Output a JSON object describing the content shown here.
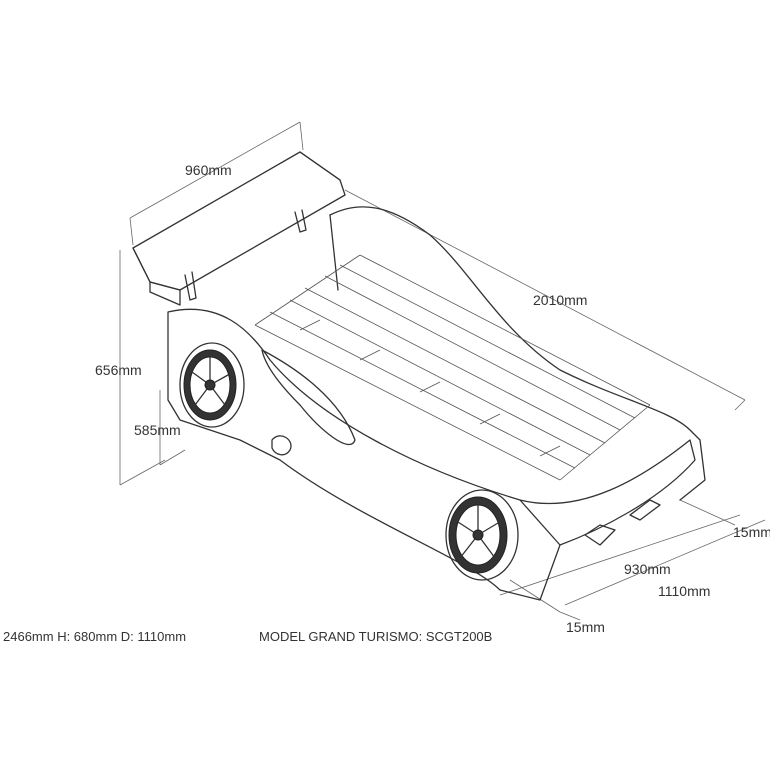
{
  "dimensions": {
    "spoiler_width": "960mm",
    "length": "2010mm",
    "height_total": "656mm",
    "height_side": "585mm",
    "gap_right": "15mm",
    "inner_width": "930mm",
    "outer_width": "1110mm",
    "gap_bottom": "15mm"
  },
  "footer": {
    "overall_size": "2466mm H: 680mm D: 1110mm",
    "model": "MODEL GRAND TURISMO: SCGT200B"
  }
}
